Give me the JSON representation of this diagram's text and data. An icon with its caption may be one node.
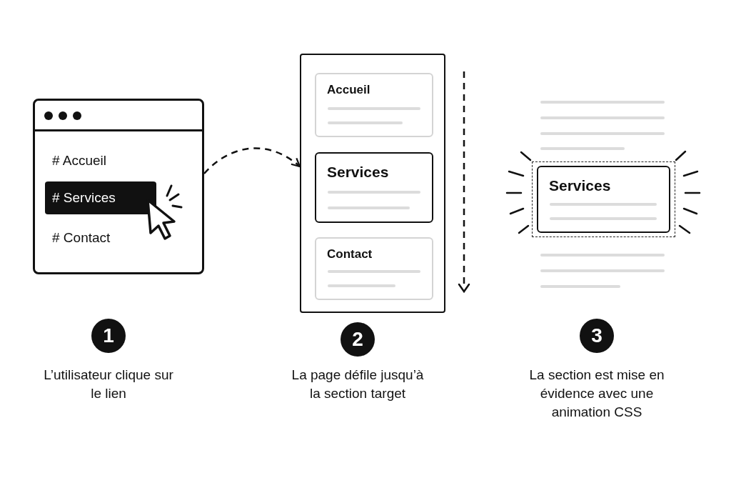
{
  "diagram": {
    "nodes": [
      {
        "text": [],
        "shape": "box"
      },
      {
        "text": [
          "# Accueil"
        ],
        "in": 0
      },
      {
        "text": [
          "# Services"
        ],
        "in": 0
      },
      {
        "text": [
          "# Contact"
        ],
        "in": 0
      },
      {
        "text": [],
        "shape": "box"
      },
      {
        "text": [
          "Accueil"
        ],
        "in": 4
      },
      {
        "text": [
          "Services"
        ],
        "in": 4
      },
      {
        "text": [
          "Contact"
        ],
        "in": 4
      },
      {
        "text": [
          "Services"
        ]
      }
    ],
    "edges": [
      {
        "from": 0,
        "to": 4,
        "arrow": "to",
        "style": "dashed"
      }
    ],
    "labels": [
      "1",
      "L’utilisateur clique sur le lien",
      "2",
      "La page défile jusqu’à la section target",
      "3",
      "La section est mise en évidence avec une animation CSS"
    ]
  }
}
